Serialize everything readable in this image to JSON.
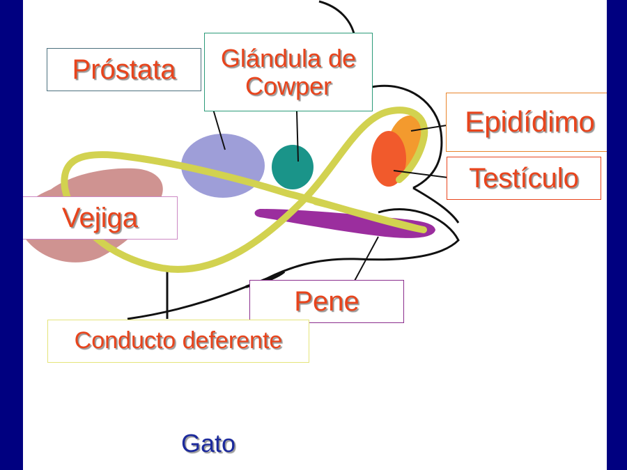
{
  "diagram": {
    "labels": {
      "prostata": "Próstata",
      "cowper_line1": "Glándula de",
      "cowper_line2": "Cowper",
      "epididimo": "Epidídimo",
      "testiculo": "Testículo",
      "vejiga": "Vejiga",
      "pene": "Pene",
      "conducto_deferente": "Conducto deferente"
    },
    "caption": "Gato",
    "colors": {
      "frame": "#000080",
      "label_text": "#e8441c",
      "caption_text": "#1c2a9c",
      "bladder": "#cf9391",
      "prostate": "#9e9ed8",
      "cowper_gland": "#1a9489",
      "epididymis": "#f39a2e",
      "testis": "#f15a2c",
      "penis": "#9b2e9e",
      "vas_deferens": "#d2d250"
    }
  }
}
